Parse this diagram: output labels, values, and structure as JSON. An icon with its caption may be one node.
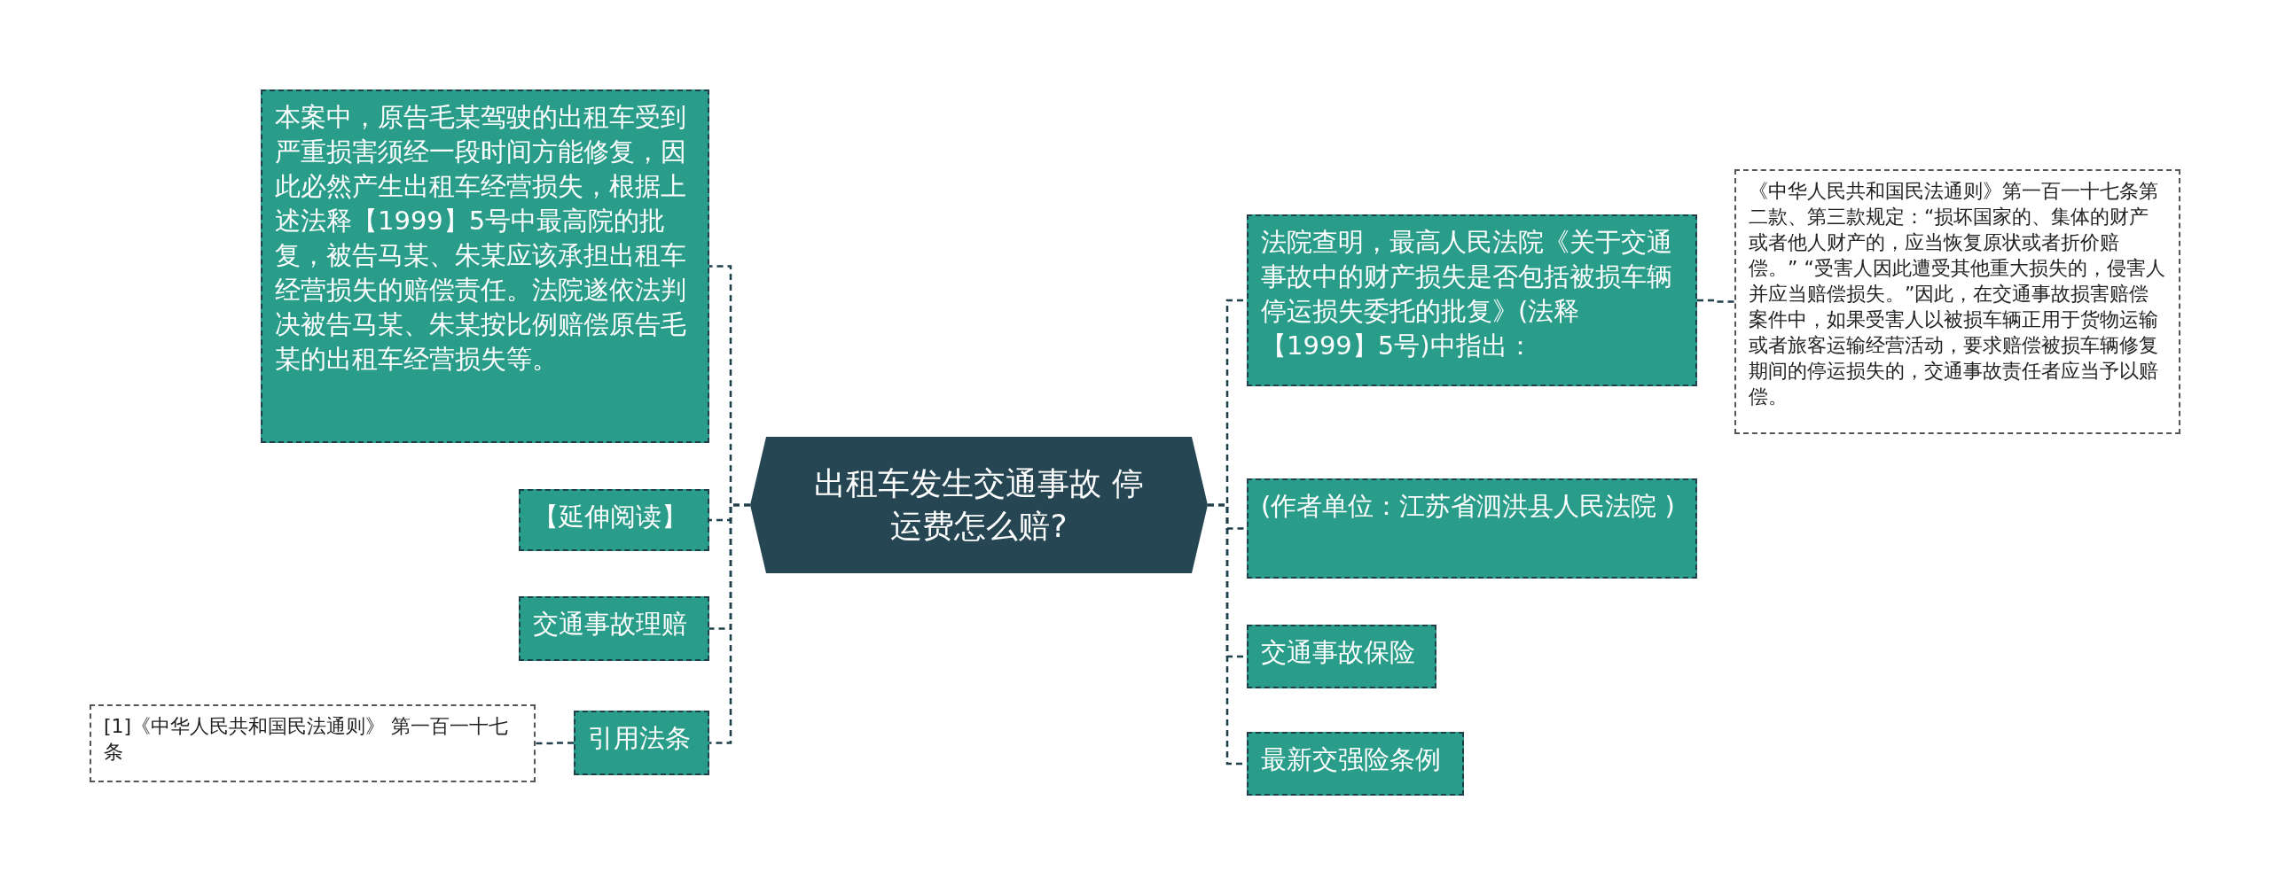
{
  "diagram": {
    "nodes": [
      {
        "text": [
          "出租车发生交通事故 停运费怎么赔?"
        ]
      },
      {
        "text": [
          "本案中，原告毛某驾驶的出租车受到严重损害须经一段时间方能修复，因此必然产生出租车经营损失，根据上述法释【1999】5号中最高院的批复，被告马某、朱某应该承担出租车经营损失的赔偿责任。法院遂依法判决被告马某、朱某按比例赔偿原告毛某的出租车经营损失等。"
        ]
      },
      {
        "text": [
          "【延伸阅读】"
        ]
      },
      {
        "text": [
          "交通事故理赔"
        ]
      },
      {
        "text": [
          "引用法条"
        ]
      },
      {
        "text": [
          "[1]《中华人民共和国民法通则》 第一百一十七条"
        ]
      },
      {
        "text": [
          "法院查明，最高人民法院《关于交通事故中的财产损失是否包括被损车辆停运损失委托的批复》(法释【1999】5号)中指出："
        ]
      },
      {
        "text": [
          "《中华人民共和国民法通则》第一百一十七条第二款、第三款规定：“损坏国家的、集体的财产或者他人财产的，应当恢复原状或者折价赔偿。” “受害人因此遭受其他重大损失的，侵害人并应当赔偿损失。”因此，在交通事故损害赔偿案件中，如果受害人以被损车辆正用于货物运输或者旅客运输经营活动，要求赔偿被损车辆修复期间的停运损失的，交通事故责任者应当予以赔偿。"
        ]
      },
      {
        "text": [
          "(作者单位：江苏省泗洪县人民法院 )"
        ]
      },
      {
        "text": [
          "交通事故保险"
        ]
      },
      {
        "text": [
          "最新交强险条例"
        ]
      }
    ],
    "edges": [
      {
        "from": 0,
        "to": 1,
        "arrow": "none",
        "style": "dashed"
      },
      {
        "from": 0,
        "to": 2,
        "arrow": "none",
        "style": "dashed"
      },
      {
        "from": 0,
        "to": 3,
        "arrow": "none",
        "style": "dashed"
      },
      {
        "from": 0,
        "to": 4,
        "arrow": "none",
        "style": "dashed"
      },
      {
        "from": 4,
        "to": 5,
        "arrow": "none",
        "style": "dashed"
      },
      {
        "from": 0,
        "to": 6,
        "arrow": "none",
        "style": "dashed"
      },
      {
        "from": 6,
        "to": 7,
        "arrow": "none",
        "style": "dashed"
      },
      {
        "from": 0,
        "to": 8,
        "arrow": "none",
        "style": "dashed"
      },
      {
        "from": 0,
        "to": 9,
        "arrow": "none",
        "style": "dashed"
      },
      {
        "from": 0,
        "to": 10,
        "arrow": "none",
        "style": "dashed"
      }
    ]
  }
}
